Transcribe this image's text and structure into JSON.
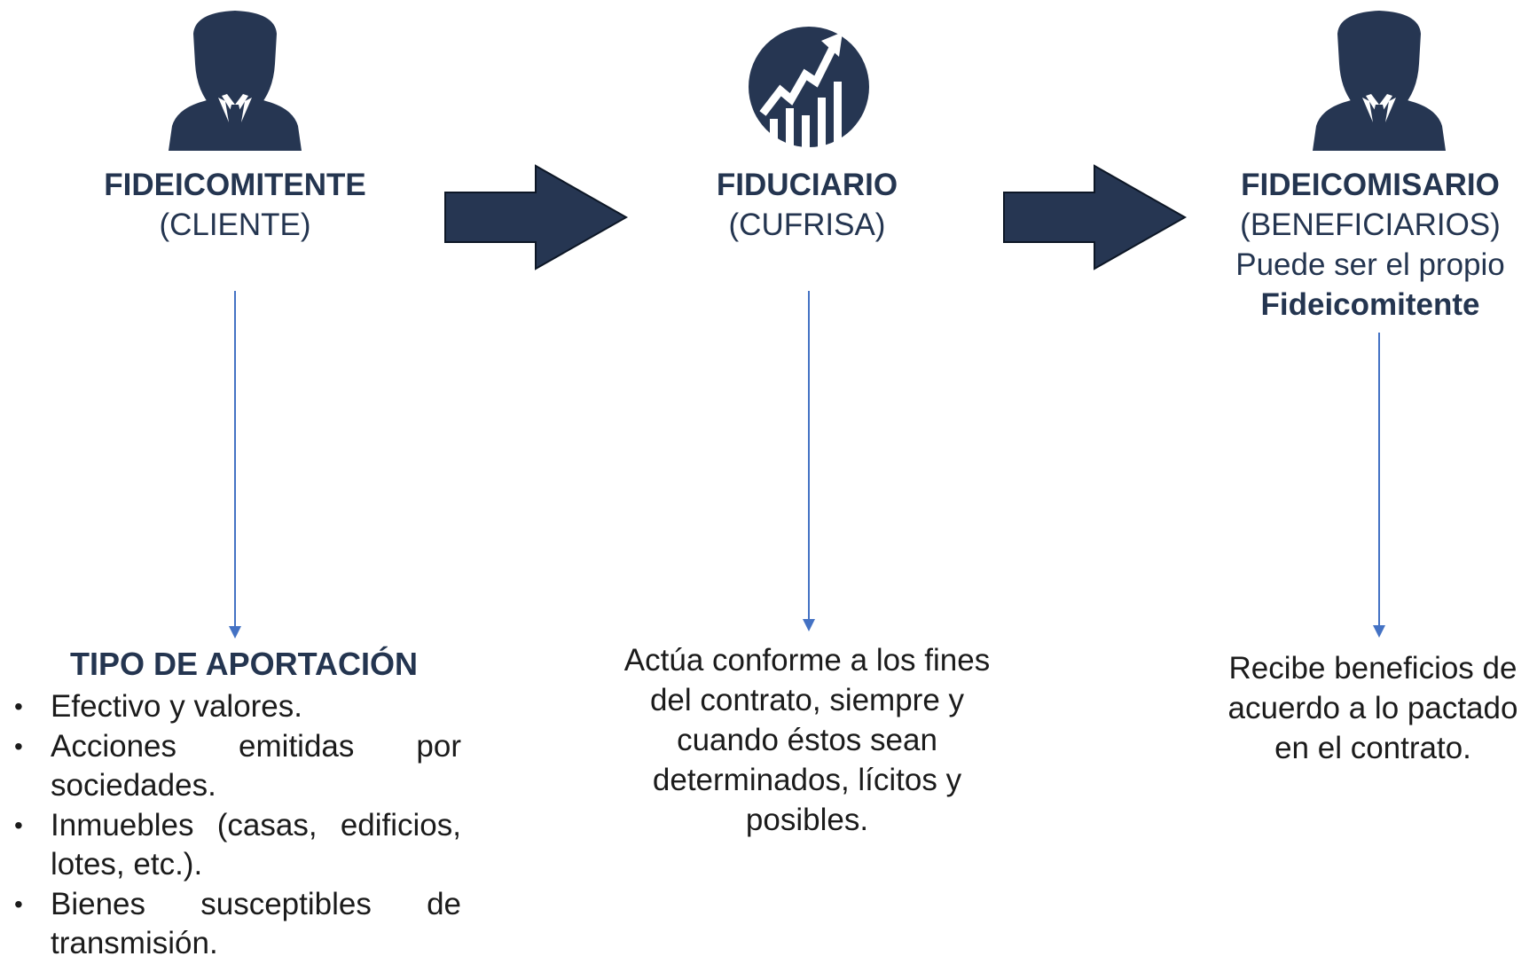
{
  "colors": {
    "navy": "#243550",
    "arrow_line": "#4472c4",
    "text": "#1b1b1b"
  },
  "nodes": [
    {
      "icon": "businessman-icon",
      "title": "FIDEICOMITENTE",
      "subtitle": "(CLIENTE)"
    },
    {
      "icon": "growth-chart-icon",
      "title": "FIDUCIARIO",
      "subtitle": "(CUFRISA)"
    },
    {
      "icon": "businessman-icon",
      "title": "FIDEICOMISARIO",
      "subtitle": "(BENEFICIARIOS)",
      "note": "Puede ser el propio",
      "note_bold": "Fideicomitente"
    }
  ],
  "aportacion": {
    "heading": "TIPO DE APORTACIÓN",
    "items": [
      "Efectivo y valores.",
      "Acciones emitidas por sociedades.",
      "Inmuebles (casas, edificios, lotes, etc.).",
      "Bienes susceptibles de transmisión."
    ]
  },
  "fiduciario_desc": [
    "Actúa conforme a los fines",
    "del contrato, siempre y",
    "cuando éstos sean",
    "determinados, lícitos y",
    "posibles."
  ],
  "fideicomisario_desc": [
    "Recibe beneficios de",
    "acuerdo a lo pactado",
    "en el contrato."
  ]
}
